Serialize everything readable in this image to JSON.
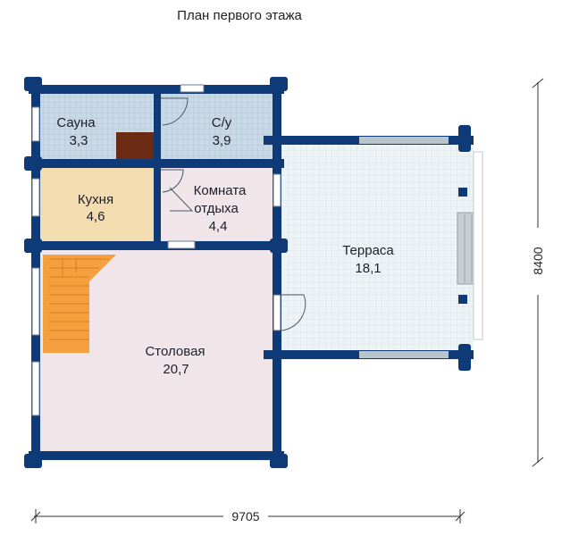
{
  "title": "План первого этажа",
  "rooms": [
    {
      "name": "Сауна",
      "area": "3,3"
    },
    {
      "name": "С/у",
      "area": "3,9"
    },
    {
      "name": "Кухня",
      "area": "4,6"
    },
    {
      "name": "Комната",
      "name2": "отдыха",
      "area": "4,4"
    },
    {
      "name": "Терраса",
      "area": "18,1"
    },
    {
      "name": "Столовая",
      "area": "20,7"
    }
  ],
  "dimensions": {
    "width": "9705",
    "height": "8400"
  },
  "colors": {
    "wall": "#0e3a78",
    "tile": "#c8d8e6",
    "kitchen": "#f3ddb0",
    "rest_room": "#f0e6e9",
    "dining": "#f0e6e9",
    "terrace": "#eef4f6",
    "stairs": "#f5a03e",
    "stove": "#6b2a14"
  }
}
